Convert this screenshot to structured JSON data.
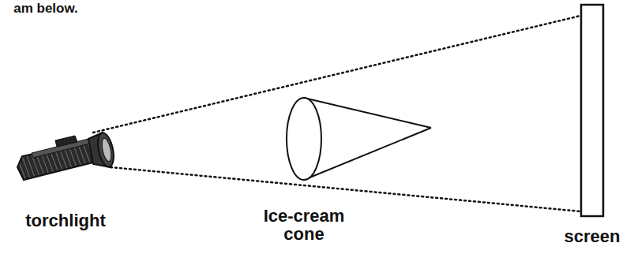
{
  "diagram": {
    "labels": [
      "am below.",
      "torchlight",
      "Ice-cream cone",
      "screen"
    ]
  }
}
